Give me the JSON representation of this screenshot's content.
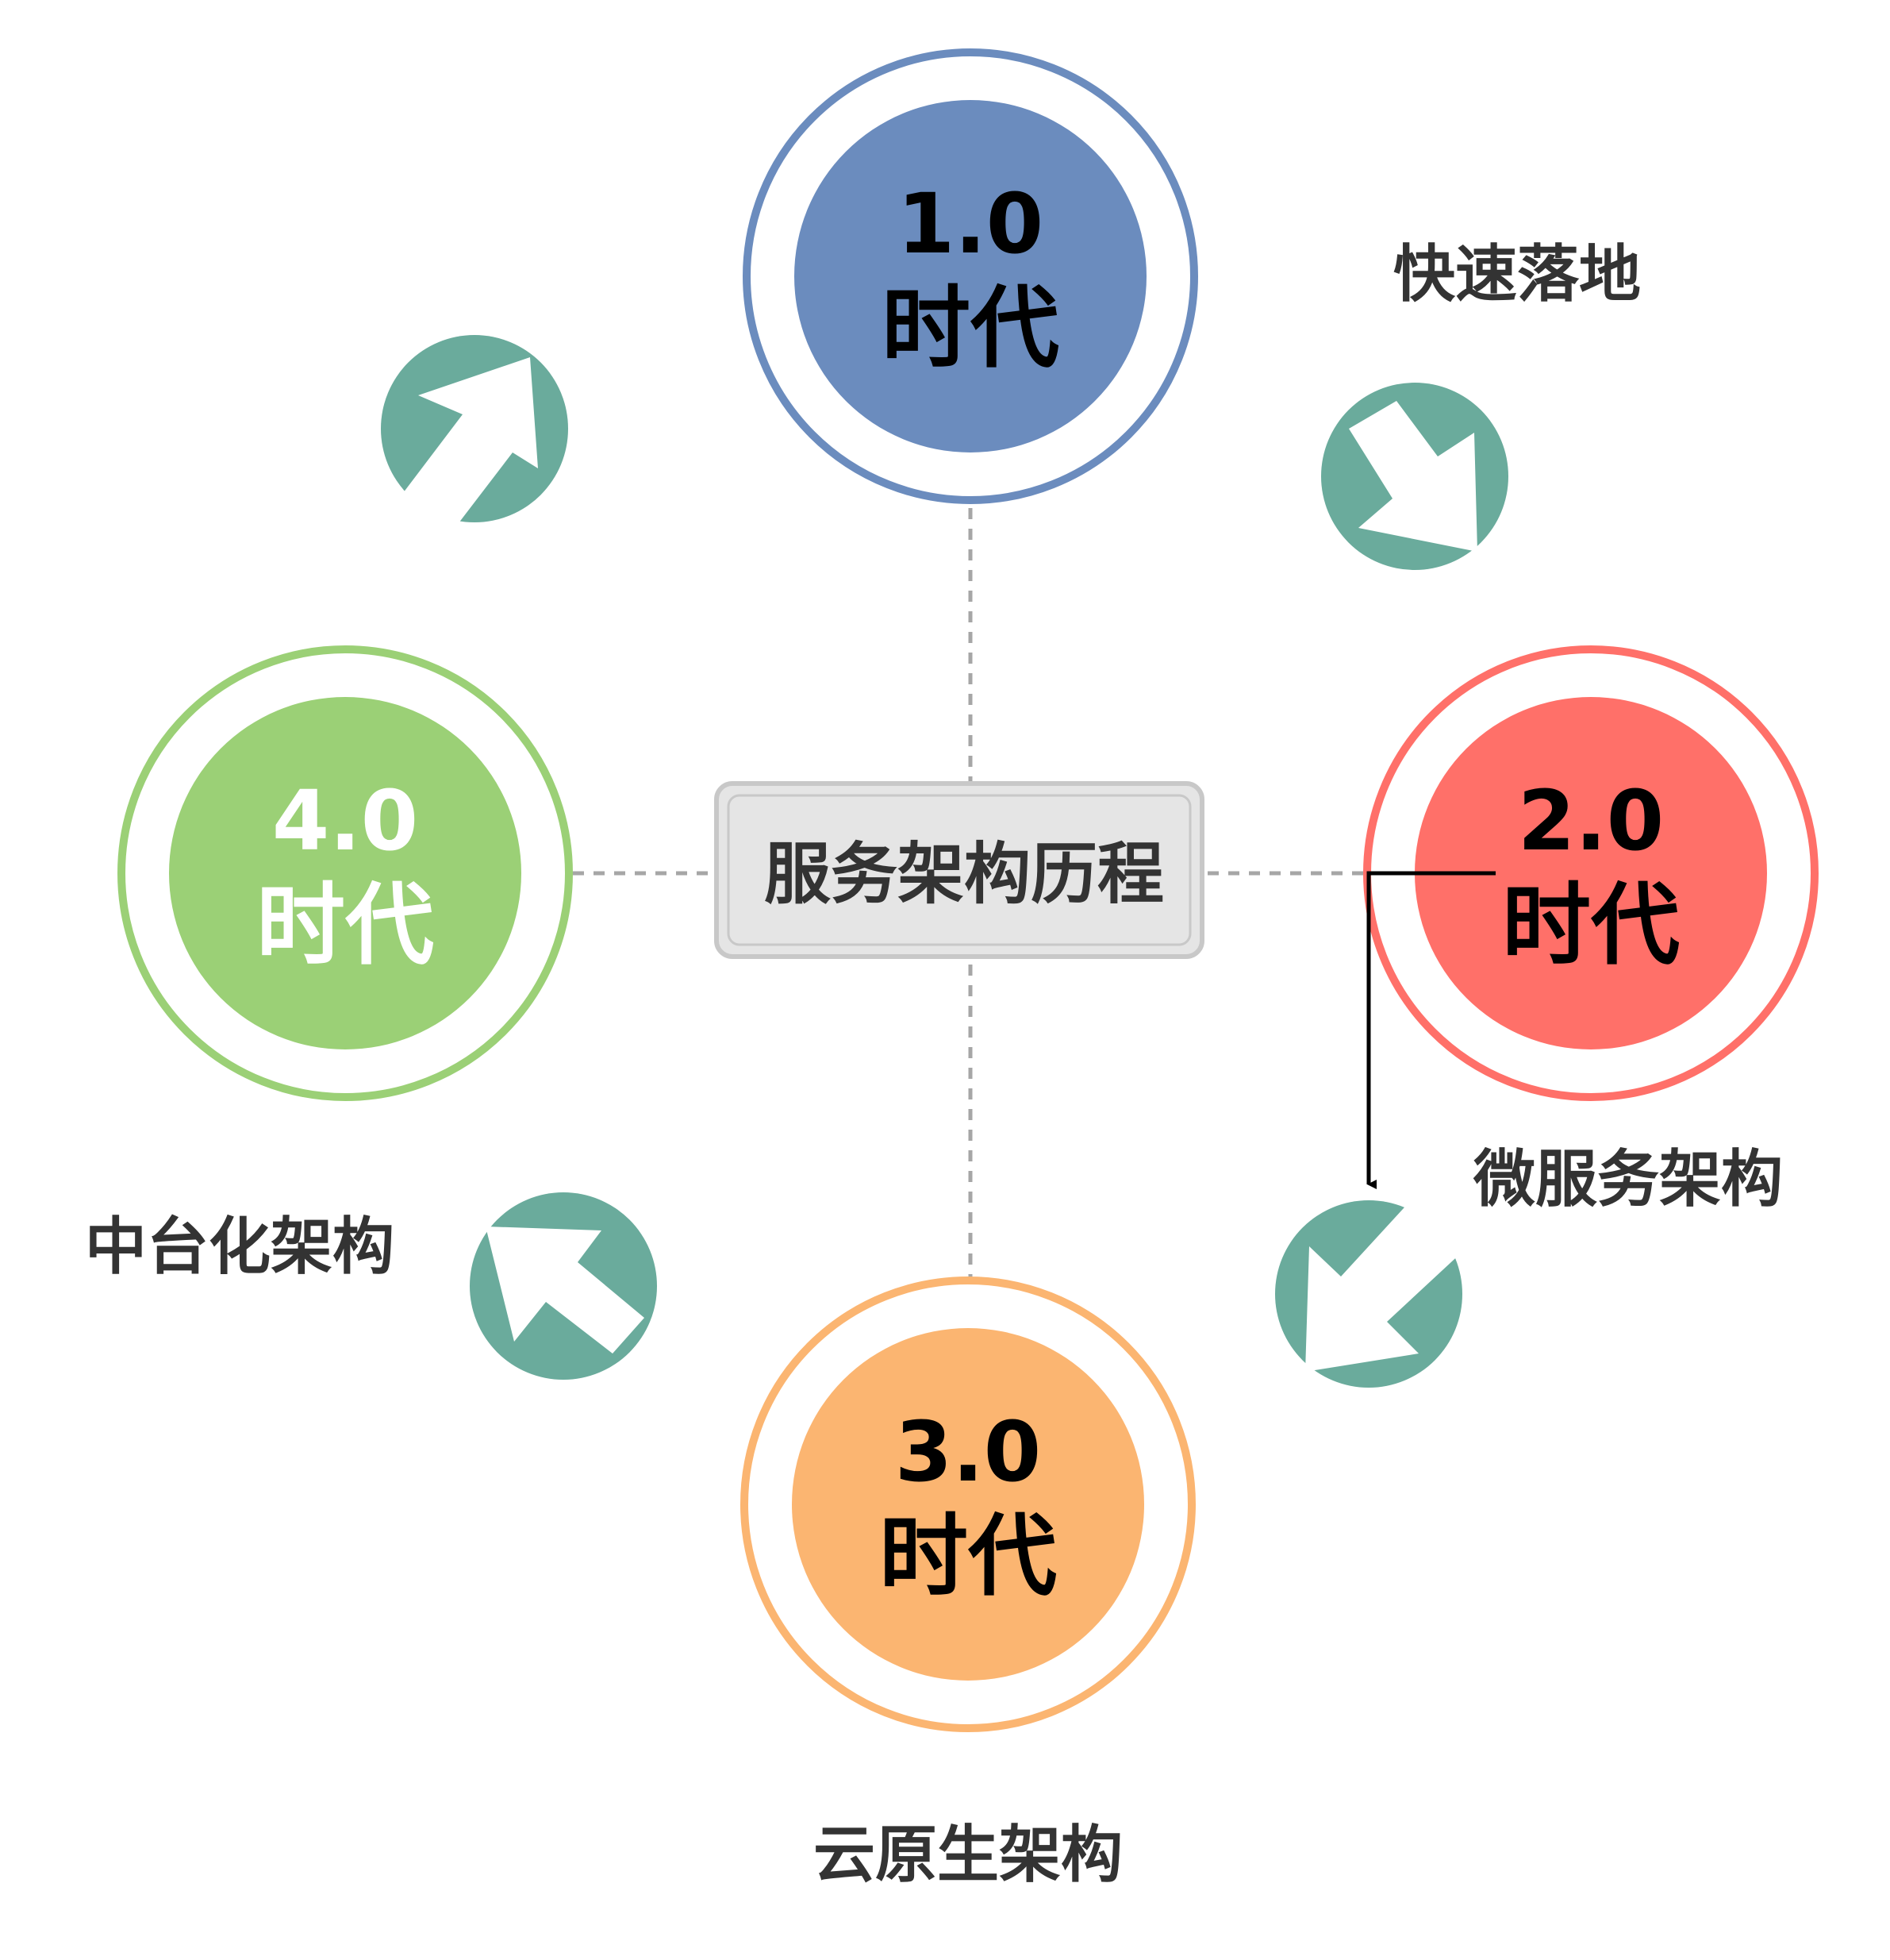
{
  "center": {
    "label": "服务架构历程"
  },
  "eras": [
    {
      "id": "era-1",
      "number": "1.0",
      "suffix": "时代",
      "color": "#6b8cbe",
      "text_color": "#000000"
    },
    {
      "id": "era-2",
      "number": "2.0",
      "suffix": "时代",
      "color": "#ff7069",
      "text_color": "#000000"
    },
    {
      "id": "era-3",
      "number": "3.0",
      "suffix": "时代",
      "color": "#fbb571",
      "text_color": "#000000"
    },
    {
      "id": "era-4",
      "number": "4.0",
      "suffix": "时代",
      "color": "#9bd076",
      "text_color": "#ffffff"
    }
  ],
  "stages": [
    {
      "id": "stage-fast",
      "label": "快速落地"
    },
    {
      "id": "stage-micro",
      "label": "微服务架构"
    },
    {
      "id": "stage-cloud",
      "label": "云原生架构"
    },
    {
      "id": "stage-middle",
      "label": "中台化架构"
    }
  ],
  "arrows": [
    {
      "id": "arrow-ne",
      "icon": "arrow-up-right-icon",
      "color": "#6aab9c"
    },
    {
      "id": "arrow-se",
      "icon": "arrow-down-right-icon",
      "color": "#6aab9c"
    },
    {
      "id": "arrow-sw",
      "icon": "arrow-down-left-icon",
      "color": "#6aab9c"
    },
    {
      "id": "arrow-nw",
      "icon": "arrow-up-left-icon",
      "color": "#6aab9c"
    }
  ],
  "colors": {
    "connector": "#a6a6a6",
    "box_border": "#c8c8c8",
    "box_fill": "#e5e5e5",
    "label_text": "#333333"
  }
}
